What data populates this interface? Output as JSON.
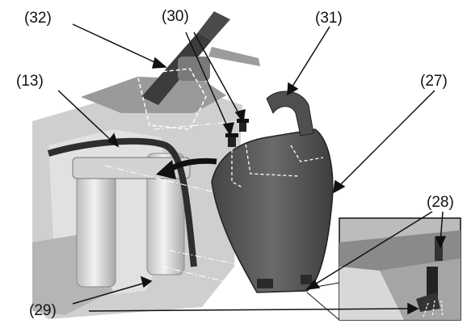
{
  "callouts": [
    {
      "id": "c32",
      "label": "(32)"
    },
    {
      "id": "c30",
      "label": "(30)"
    },
    {
      "id": "c31",
      "label": "(31)"
    },
    {
      "id": "c13",
      "label": "(13)"
    },
    {
      "id": "c27",
      "label": "(27)"
    },
    {
      "id": "c28",
      "label": "(28)"
    },
    {
      "id": "c29",
      "label": "(29)"
    }
  ],
  "colors": {
    "background": "#ffffff",
    "line": "#111111",
    "cover": "#5a5a5a",
    "metal": "#d8d8d8",
    "inset": "#bcbcbc"
  }
}
